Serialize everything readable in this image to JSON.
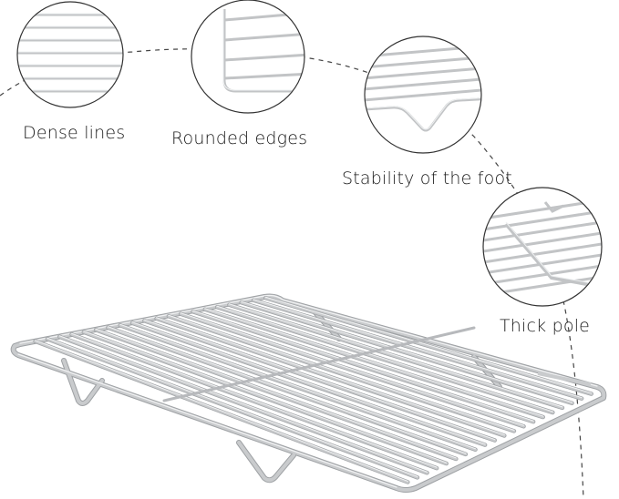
{
  "features": {
    "dense_lines": "Dense lines",
    "rounded_edges": "Rounded edges",
    "foot_stability": "Stability of the foot",
    "thick_pole": "Thick pole"
  },
  "colors": {
    "wire": "#c9cbcd",
    "wire_highlight": "#f2f3f4",
    "wire_shadow": "#9ea1a4",
    "circle_outline": "#333333",
    "dashed_path": "#444444",
    "text": "#1a1a1a"
  }
}
